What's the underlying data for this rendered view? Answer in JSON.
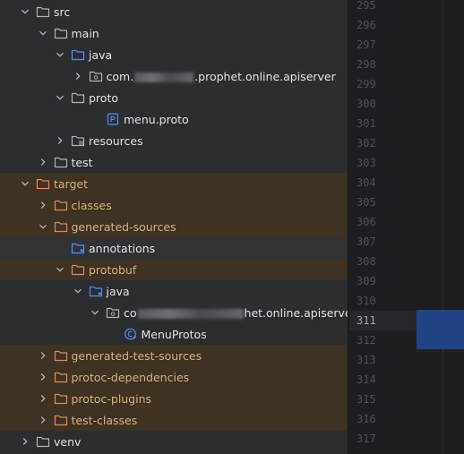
{
  "tree": [
    {
      "label": "src",
      "indent": 0,
      "chevron": "down",
      "icon": "folder",
      "state": "normal"
    },
    {
      "label": "main",
      "indent": 1,
      "chevron": "down",
      "icon": "folder",
      "state": "normal"
    },
    {
      "label": "java",
      "indent": 2,
      "chevron": "down",
      "icon": "folder-source",
      "state": "normal"
    },
    {
      "label_pre": "com.",
      "label_post": ".prophet.online.apiserver",
      "indent": 3,
      "chevron": "right",
      "icon": "package",
      "state": "normal",
      "redacted": true
    },
    {
      "label": "proto",
      "indent": 2,
      "chevron": "down",
      "icon": "folder",
      "state": "normal"
    },
    {
      "label": "menu.proto",
      "indent": 4,
      "chevron": "none",
      "icon": "proto-file",
      "state": "normal"
    },
    {
      "label": "resources",
      "indent": 2,
      "chevron": "right",
      "icon": "folder-resources",
      "state": "normal"
    },
    {
      "label": "test",
      "indent": 1,
      "chevron": "right",
      "icon": "folder",
      "state": "normal"
    },
    {
      "label": "target",
      "indent": 0,
      "chevron": "down",
      "icon": "folder-excluded",
      "state": "excluded"
    },
    {
      "label": "classes",
      "indent": 1,
      "chevron": "right",
      "icon": "folder-excluded",
      "state": "excluded"
    },
    {
      "label": "generated-sources",
      "indent": 1,
      "chevron": "down",
      "icon": "folder-excluded",
      "state": "excluded"
    },
    {
      "label": "annotations",
      "indent": 2,
      "chevron": "none",
      "icon": "folder-generated",
      "state": "selected"
    },
    {
      "label": "protobuf",
      "indent": 2,
      "chevron": "down",
      "icon": "folder-excluded",
      "state": "excluded"
    },
    {
      "label": "java",
      "indent": 3,
      "chevron": "down",
      "icon": "folder-generated",
      "state": "normal"
    },
    {
      "label_pre": "co",
      "label_post": "het.online.apiserver.d",
      "indent": 4,
      "chevron": "down",
      "icon": "package",
      "state": "normal",
      "redacted": true
    },
    {
      "label": "MenuProtos",
      "indent": 5,
      "chevron": "none",
      "icon": "class-file",
      "state": "normal"
    },
    {
      "label": "generated-test-sources",
      "indent": 1,
      "chevron": "right",
      "icon": "folder-excluded",
      "state": "excluded"
    },
    {
      "label": "protoc-dependencies",
      "indent": 1,
      "chevron": "right",
      "icon": "folder-excluded",
      "state": "excluded"
    },
    {
      "label": "protoc-plugins",
      "indent": 1,
      "chevron": "right",
      "icon": "folder-excluded",
      "state": "excluded"
    },
    {
      "label": "test-classes",
      "indent": 1,
      "chevron": "right",
      "icon": "folder-excluded",
      "state": "excluded"
    },
    {
      "label": "venv",
      "indent": 0,
      "chevron": "right",
      "icon": "folder",
      "state": "normal"
    }
  ],
  "gutter": {
    "line_numbers": [
      "295",
      "296",
      "297",
      "298",
      "299",
      "300",
      "301",
      "302",
      "303",
      "304",
      "305",
      "306",
      "307",
      "308",
      "309",
      "310",
      "311",
      "312",
      "313",
      "314",
      "315",
      "316",
      "317"
    ],
    "current_line": "311"
  },
  "colors": {
    "excluded_bg": "#3d3223",
    "excluded_text": "#d6b27c",
    "folder_icon": "#afb1b3",
    "source_icon": "#548af7",
    "selection_block": "#214283"
  }
}
